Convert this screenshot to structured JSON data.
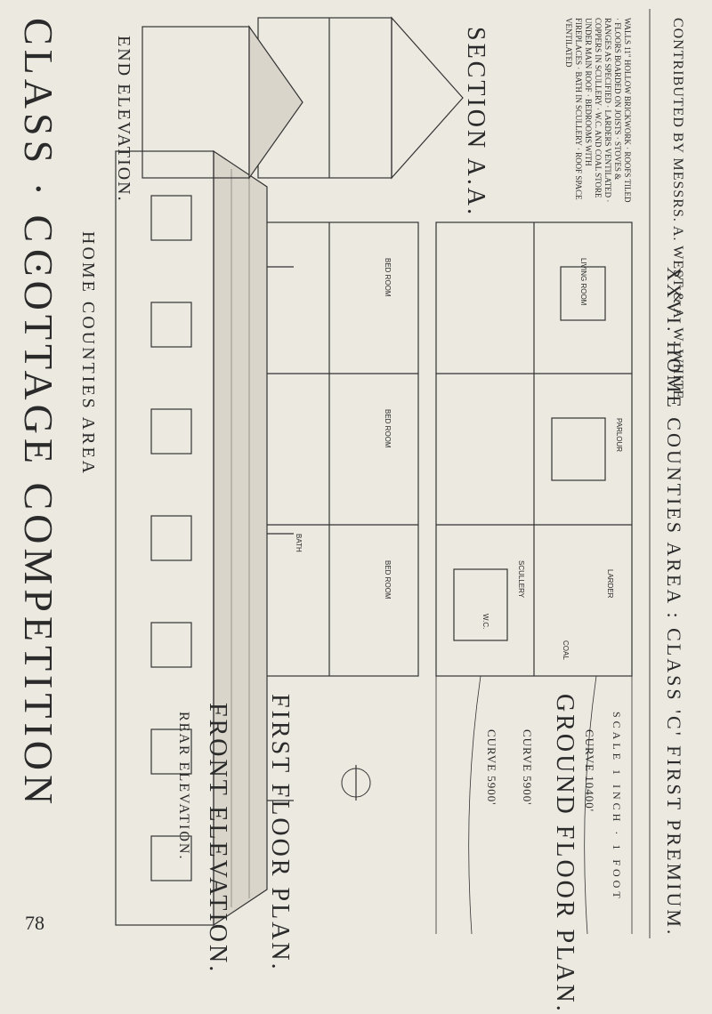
{
  "page": {
    "number": "78"
  },
  "header": {
    "title": "XXVI. HOME COUNTIES AREA : CLASS 'C' FIRST PREMIUM.",
    "design_line": "CONTRIBUTED BY MESSRS. A. WEST & A. W. WHITE",
    "scale_label": "SCALE 1 INCH · 1 FOOT"
  },
  "ground_floor": {
    "title": "GROUND FLOOR PLAN.",
    "curve_labels": [
      "CURVE 5900'",
      "CURVE 5900'",
      "CURVE 10400'"
    ]
  },
  "first_floor": {
    "title": "FIRST FLOOR PLAN."
  },
  "elevations": {
    "front": "FRONT ELEVATION.",
    "rear": "REAR ELEVATION."
  },
  "section": {
    "title": "SECTION A.A."
  },
  "end_elevation": {
    "title": "END ELEVATION."
  },
  "bottom": {
    "title": "COTTAGE COMPETITION",
    "subtitle": "HOME COUNTIES AREA",
    "class_label": "CLASS · C ·"
  },
  "notes": "WALLS 11\" HOLLOW BRICKWORK · ROOFS TILED · FLOORS BOARDED ON JOISTS · STOVES & RANGES AS SPECIFIED · LARDERS VENTILATED · COPPERS IN SCULLERY · W.C. AND COAL STORE UNDER MAIN ROOF · BEDROOMS WITH FIREPLACES · BATH IN SCULLERY · ROOF SPACE VENTILATED",
  "rooms": [
    "LIVING ROOM",
    "PARLOUR",
    "SCULLERY",
    "LARDER",
    "BED ROOM",
    "BED ROOM",
    "BED ROOM",
    "W.C.",
    "COAL",
    "BATH"
  ]
}
